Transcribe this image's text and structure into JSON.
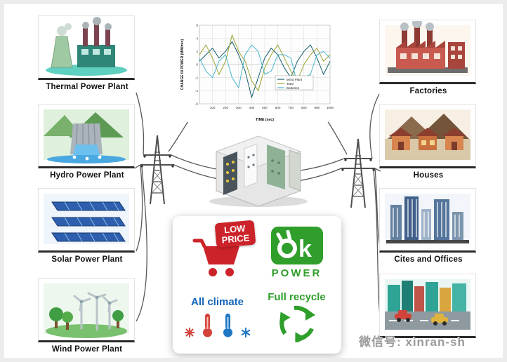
{
  "producers": {
    "items": [
      {
        "label": "Thermal Power Plant"
      },
      {
        "label": "Hydro Power Plant"
      },
      {
        "label": "Solar Power Plant"
      },
      {
        "label": "Wind Power Plant"
      }
    ]
  },
  "consumers": {
    "items": [
      {
        "label": "Factories"
      },
      {
        "label": "Houses"
      },
      {
        "label": "Cites and Offices"
      },
      {
        "label": ""
      }
    ]
  },
  "benefits": {
    "low_price_line1": "LOW",
    "low_price_line2": "PRICE",
    "ok_k": "k",
    "power_label": "POWER",
    "all_climate_label": "All climate",
    "full_recycle_label": "Full recycle"
  },
  "watermark": "微信号: xinran-sh",
  "colors": {
    "red": "#cc2229",
    "green": "#2f9e2b",
    "blue": "#1565b8",
    "wire": "#3a3a3a"
  },
  "chart_data": {
    "type": "line",
    "title": "",
    "xlabel": "TIME (sec)",
    "ylabel": "CHANGE IN POWER (MW/min)",
    "xlim": [
      0,
      1000
    ],
    "ylim": [
      -6,
      6
    ],
    "xticks": [
      100,
      200,
      300,
      400,
      500,
      600,
      700,
      800,
      900,
      1000
    ],
    "yticks": [
      -6,
      -4,
      -2,
      0,
      2,
      4,
      6
    ],
    "grid": true,
    "legend_position": "bottom-right",
    "x": [
      0,
      50,
      100,
      150,
      200,
      250,
      300,
      350,
      400,
      450,
      500,
      550,
      600,
      650,
      700,
      750,
      800,
      850,
      900,
      950,
      1000
    ],
    "series": [
      {
        "name": "Wind Plant",
        "color": "#14606b",
        "values": [
          0.5,
          1.5,
          2.5,
          1.0,
          2.0,
          3.5,
          1.5,
          -1.0,
          -5.0,
          -2.0,
          1.0,
          2.5,
          1.5,
          -0.5,
          -2.0,
          0.5,
          2.0,
          3.0,
          1.0,
          -1.5,
          0.5
        ]
      },
      {
        "name": "Total",
        "color": "#9aa230",
        "values": [
          1.5,
          3.0,
          1.0,
          -1.5,
          0.5,
          4.5,
          2.0,
          0.5,
          -2.5,
          -4.0,
          -0.5,
          1.5,
          3.0,
          1.0,
          -1.0,
          -2.5,
          0.0,
          1.5,
          2.5,
          0.5,
          1.5
        ]
      },
      {
        "name": "Batteries",
        "color": "#49b6cf",
        "values": [
          1.0,
          -1.0,
          -2.0,
          0.5,
          1.5,
          -2.0,
          -3.5,
          1.5,
          3.0,
          2.0,
          -1.5,
          -1.0,
          1.5,
          1.5,
          1.0,
          -3.0,
          -2.0,
          -1.5,
          1.5,
          2.0,
          1.0
        ]
      }
    ]
  }
}
